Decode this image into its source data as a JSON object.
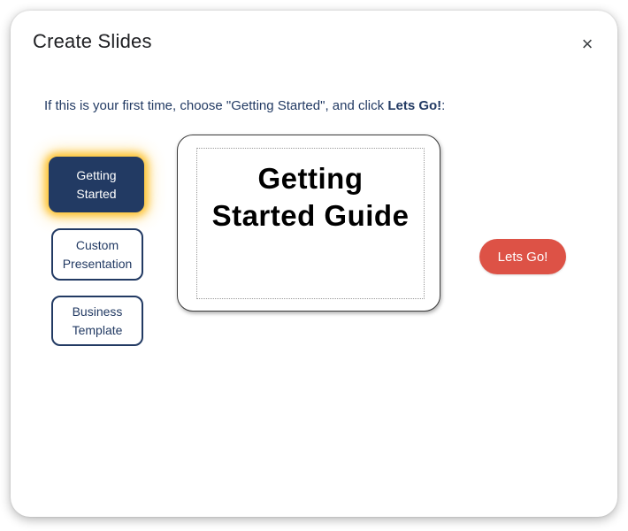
{
  "window": {
    "title": "Create Slides",
    "close_icon": "×"
  },
  "instruction": {
    "prefix": "If this is your first time, choose \"Getting Started\", and click ",
    "bold": "Lets Go!",
    "suffix": ":"
  },
  "options": [
    {
      "label": "Getting Started",
      "selected": true
    },
    {
      "label": "Custom Presentation",
      "selected": false
    },
    {
      "label": "Business Template",
      "selected": false
    }
  ],
  "preview": {
    "lines": [
      "Getting",
      "Started Guide"
    ]
  },
  "cta": {
    "label": "Lets Go!"
  },
  "colors": {
    "navy": "#223a63",
    "accent_red": "#dd5246",
    "glow_yellow": "#fdc22f",
    "title_text": "#202124"
  }
}
